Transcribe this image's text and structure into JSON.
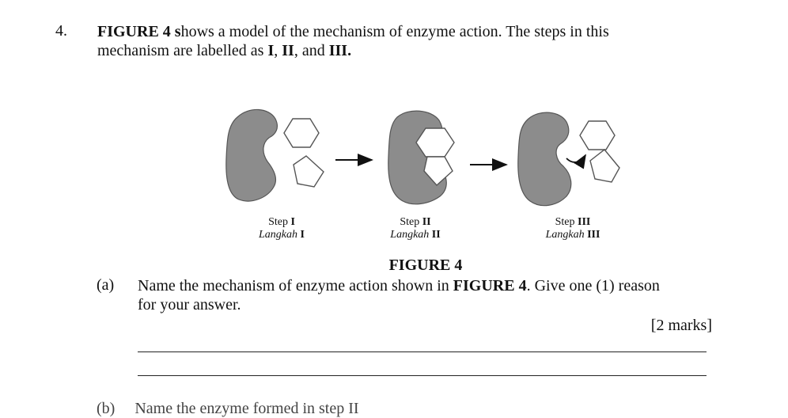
{
  "question": {
    "number": "4.",
    "line1_pre": "FIGURE 4 s",
    "line1_post": "hows a model of the mechanism of enzyme action. The steps in this",
    "line2_pre": "mechanism are labelled as ",
    "line2_b1": "I",
    "line2_c1": ", ",
    "line2_b2": "II",
    "line2_c2": ", and ",
    "line2_b3": "III."
  },
  "figure": {
    "steps": [
      {
        "label_pre": "Step ",
        "label_num": "I",
        "trans_pre": "Langkah ",
        "trans_num": "I"
      },
      {
        "label_pre": "Step ",
        "label_num": "II",
        "trans_pre": "Langkah ",
        "trans_num": "II"
      },
      {
        "label_pre": "Step ",
        "label_num": "III",
        "trans_pre": "Langkah ",
        "trans_num": "III"
      }
    ],
    "caption": "FIGURE 4",
    "enzyme_color": "#8c8c8c"
  },
  "part_a": {
    "label": "(a)",
    "line1_pre": "Name the mechanism of enzyme action shown in ",
    "line1_bold": "FIGURE 4",
    "line1_post": ". Give one (1) reason",
    "line2": "for your answer.",
    "marks": "[2 marks]"
  },
  "part_b": {
    "label": "(b)",
    "line1": "Name the enzyme formed in step II"
  }
}
